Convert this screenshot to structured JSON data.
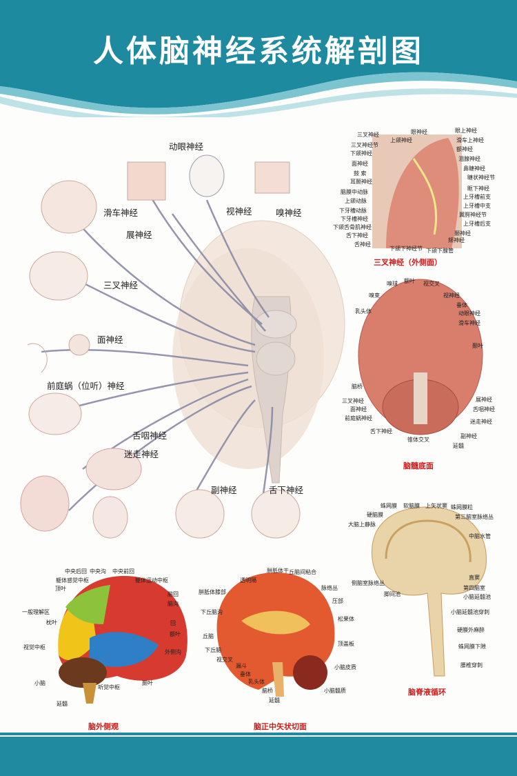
{
  "title": "人体脑神经系统解剖图",
  "colors": {
    "banner": "#1e8aa0",
    "caption": "#d01a1a"
  },
  "main_labels": {
    "oculomotor": "动眼神经",
    "trochlear": "滑车神经",
    "abducens": "展神经",
    "optic": "视神经",
    "olfactory": "嗅神经",
    "trigeminal": "三叉神经",
    "facial": "面神经",
    "vestibulocochlear": "前庭蜗（位听）神经",
    "glossopharyngeal": "舌咽神经",
    "vagus": "迷走神经",
    "accessory": "副神经",
    "hypoglossal": "舌下神经"
  },
  "trigeminal_panel": {
    "caption": "三叉神经（外侧面）",
    "labels": [
      "三叉神经",
      "眼神经",
      "眼上神经",
      "三叉神经节",
      "上颌神经",
      "滑车上神经",
      "下颌神经",
      "额神经",
      "面神经",
      "泪腺神经",
      "鼓 索",
      "鼻睫神经",
      "耳颞神经",
      "睫状神经节",
      "脑膜中动脉",
      "眶下神经",
      "上颌动脉",
      "上牙槽前支",
      "下牙槽动脉",
      "上牙槽中支",
      "下牙槽神经",
      "翼腭神经节",
      "下颌舌骨肌神经",
      "上牙槽后支",
      "舌下神经",
      "颞神经",
      "舌神经",
      "颏神经",
      "下颌下神经节",
      "下颌下腺管"
    ]
  },
  "base_panel": {
    "caption": "脑髓底面",
    "labels": [
      "额叶",
      "嗅球",
      "视交叉",
      "嗅束",
      "视神经",
      "乳头体",
      "垂体",
      "动眼神经",
      "滑车神经",
      "颞叶",
      "脑桥",
      "三叉神经",
      "展神经",
      "面神经",
      "舌咽神经",
      "前庭蜗神经",
      "迷走神经",
      "舌下神经",
      "锥体交叉",
      "副神经",
      "延髓"
    ]
  },
  "lateral_panel": {
    "caption": "脑外侧观",
    "labels": [
      "中央后回",
      "中央沟",
      "中央前回",
      "躯体感觉中枢",
      "躯体运动中枢",
      "顶叶",
      "脑回",
      "脑沟",
      "一般理解区",
      "枕叶",
      "回",
      "额叶",
      "视觉中枢",
      "外侧沟",
      "小脑",
      "颞叶",
      "听觉中枢",
      "延髓"
    ]
  },
  "sagittal_panel": {
    "caption": "脑正中矢状切面",
    "labels": [
      "胼胝体干",
      "丘脑间粘合",
      "透明隔",
      "胼胝体膝部",
      "脉络丛",
      "压部",
      "下丘脑沟",
      "松果体",
      "顶盖板",
      "丘脑",
      "下丘脑",
      "视交叉",
      "漏斗",
      "小脑皮质",
      "垂体",
      "乳头体",
      "脑桥",
      "小脑髓质",
      "延髓"
    ]
  },
  "csf_panel": {
    "caption": "脑脊液循环",
    "labels": [
      "蛛网膜",
      "软脑膜",
      "上矢状窦",
      "蛛网膜粒",
      "硬脑膜",
      "第三脑室脉络丛",
      "大脑上静脉",
      "中脑水管",
      "直窦",
      "侧脑室脉络丛",
      "第四脑室",
      "脚间池",
      "小脑延髓池",
      "小脑延髓池穿刺",
      "硬膜外麻醉",
      "蛛网膜下隙",
      "腰椎穿刺"
    ]
  }
}
